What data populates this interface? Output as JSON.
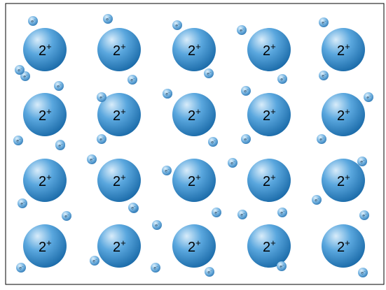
{
  "diagram": {
    "ion_charge_label": "2",
    "ion_charge_sign": "+",
    "electron_symbol": "e",
    "electron_charge_sign": "−",
    "ion_count": 20,
    "electron_count": 44,
    "colors": {
      "ion_highlight": "#d8ecfa",
      "ion_mid": "#5aa7de",
      "ion_shadow": "#1a6aa8",
      "electron_highlight": "#dff0fb",
      "electron_mid": "#78b6e3",
      "electron_shadow": "#2e78b4",
      "label": "#000000",
      "frame": "#000000",
      "background": "#ffffff"
    }
  }
}
